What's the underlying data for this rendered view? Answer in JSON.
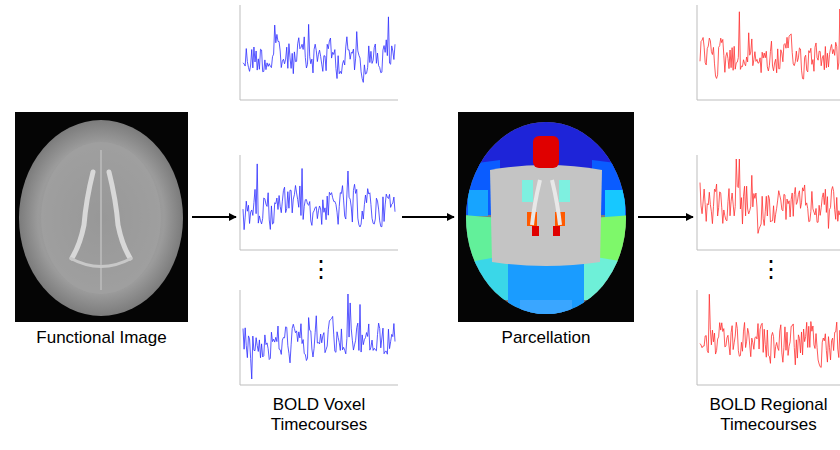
{
  "diagram": {
    "nodes": [
      {
        "text": [
          "Functional Image"
        ]
      },
      {
        "text": [
          "BOLD Voxel Timecourses"
        ]
      },
      {
        "text": [
          "Parcellation"
        ]
      },
      {
        "text": [
          "BOLD Regional Timecourses"
        ]
      }
    ],
    "edges": [
      {
        "from": 0,
        "to": 1,
        "arrow": "to"
      },
      {
        "from": 1,
        "to": 2,
        "arrow": "to"
      },
      {
        "from": 2,
        "to": 3,
        "arrow": "to"
      }
    ],
    "labels": [
      "⋮",
      "⋮"
    ]
  }
}
